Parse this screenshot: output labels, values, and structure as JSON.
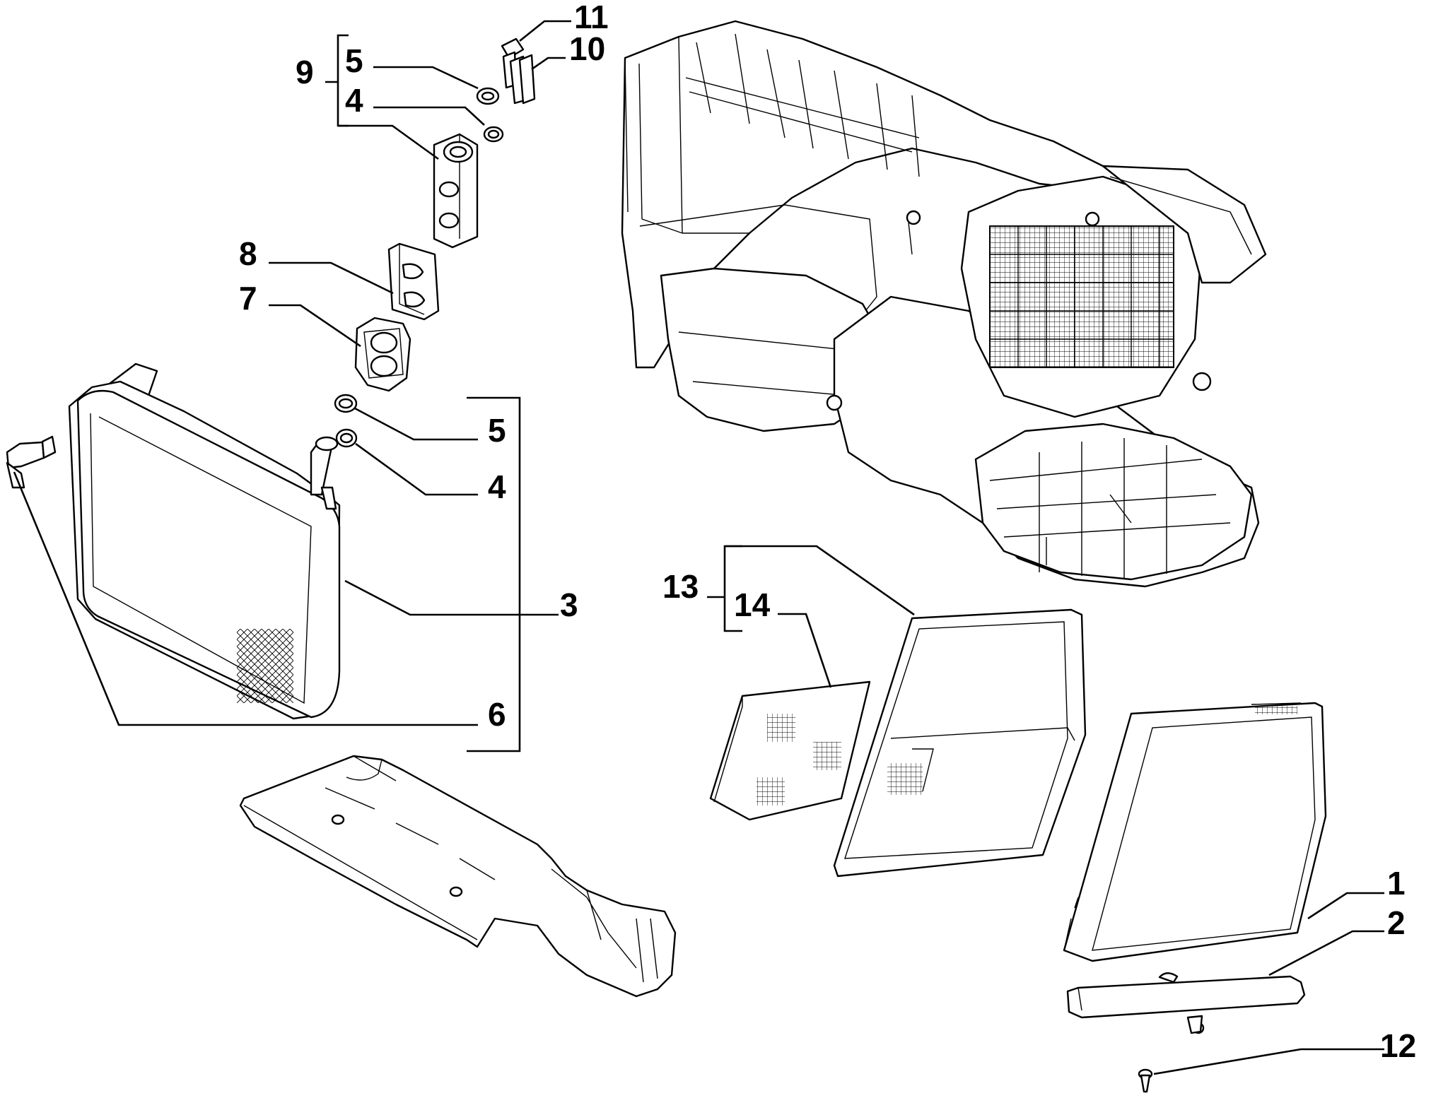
{
  "callouts": {
    "c1": "1",
    "c2": "2",
    "c3": "3",
    "c4a": "4",
    "c4b": "4",
    "c5a": "5",
    "c5b": "5",
    "c6": "6",
    "c7": "7",
    "c8": "8",
    "c9": "9",
    "c10": "10",
    "c11": "11",
    "c12": "12",
    "c13": "13",
    "c14": "14"
  }
}
